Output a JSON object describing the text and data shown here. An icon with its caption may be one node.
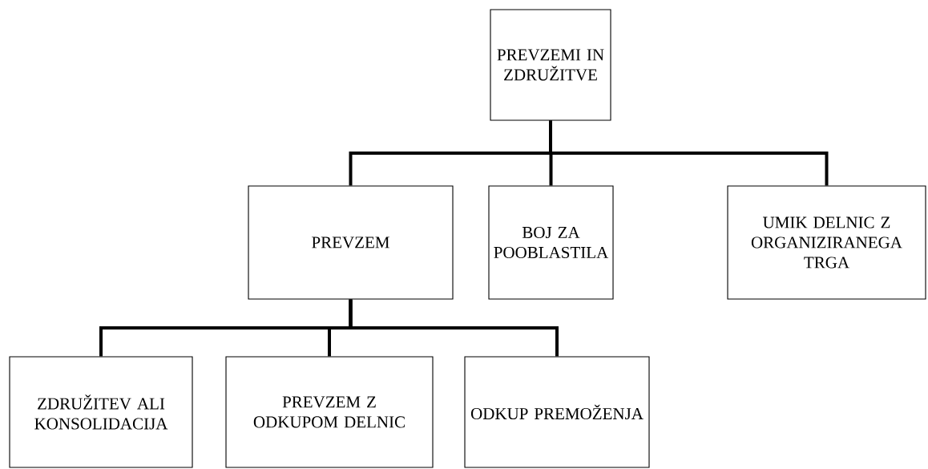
{
  "diagram": {
    "nodes": [
      {
        "text": [
          "PREVZEMI IN ZDRUŽITVE"
        ]
      },
      {
        "text": [
          "PREVZEM"
        ]
      },
      {
        "text": [
          "BOJ ZA POOBLASTILA"
        ]
      },
      {
        "text": [
          "UMIK DELNIC Z ORGANIZIRANEGA TRGA"
        ]
      },
      {
        "text": [
          "ZDRUŽITEV ALI KONSOLIDACIJA"
        ]
      },
      {
        "text": [
          "PREVZEM Z ODKUPOM DELNIC"
        ]
      },
      {
        "text": [
          "ODKUP PREMOŽENJA"
        ]
      }
    ],
    "edges": [
      {
        "from": 0,
        "to": 1,
        "arrow": "none"
      },
      {
        "from": 0,
        "to": 2,
        "arrow": "none"
      },
      {
        "from": 0,
        "to": 3,
        "arrow": "none"
      },
      {
        "from": 1,
        "to": 4,
        "arrow": "none"
      },
      {
        "from": 1,
        "to": 5,
        "arrow": "none"
      },
      {
        "from": 1,
        "to": 6,
        "arrow": "none"
      }
    ]
  }
}
